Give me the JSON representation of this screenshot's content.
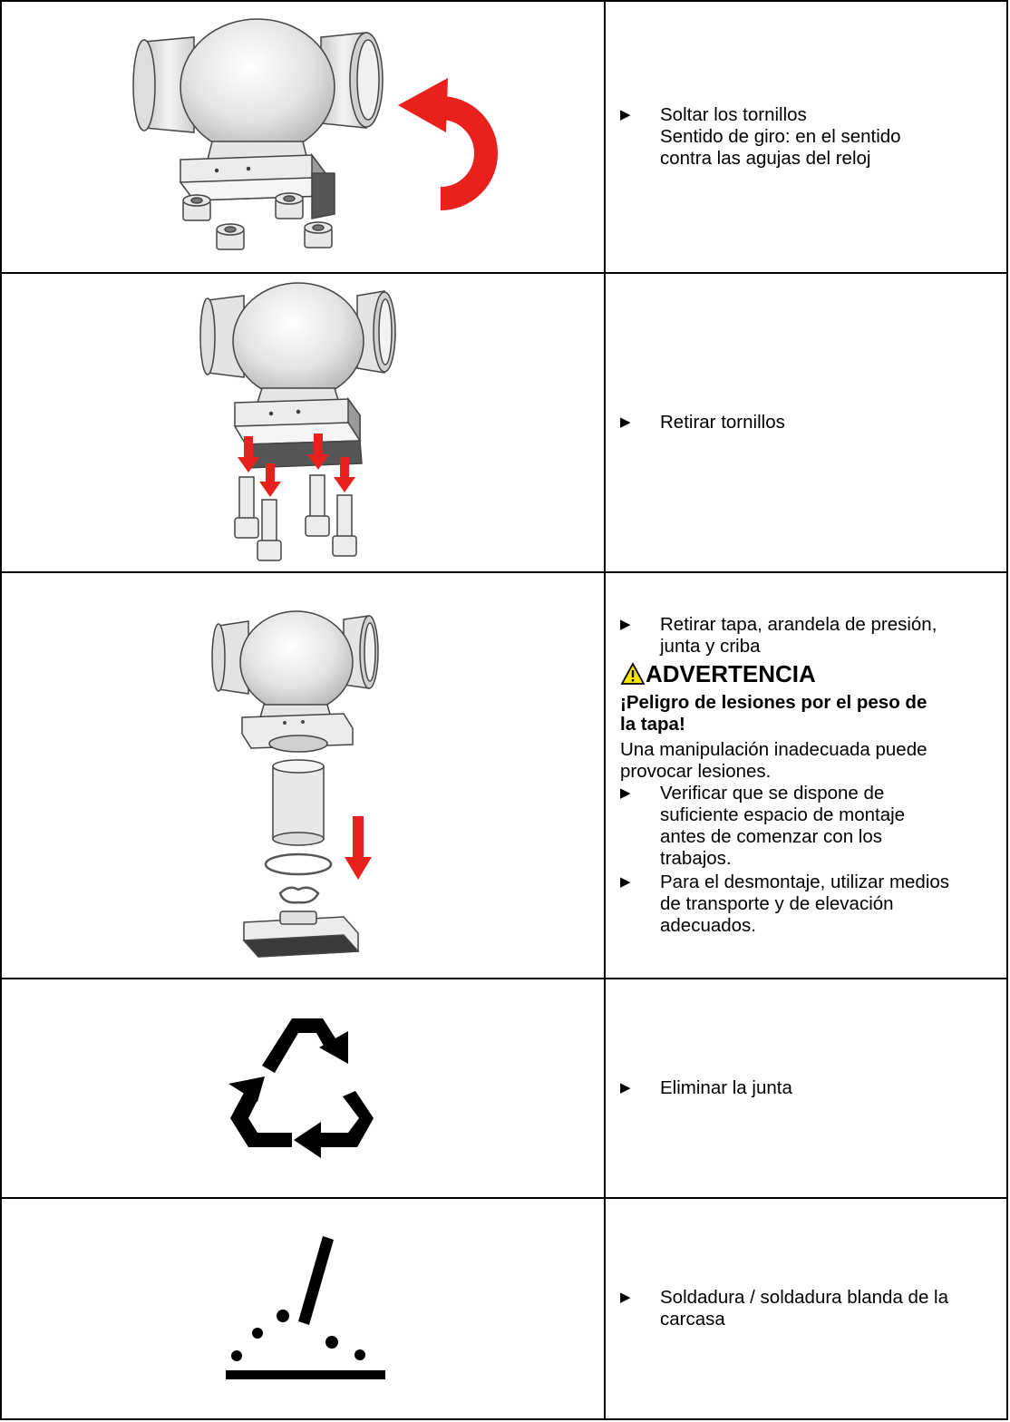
{
  "steps": [
    {
      "bullets": [
        {
          "lines": [
            "Soltar los tornillos",
            "Sentido de giro: en el sentido",
            "contra las agujas del reloj"
          ]
        }
      ],
      "icon": "valve-loosen-screws-counterclockwise"
    },
    {
      "bullets": [
        {
          "lines": [
            "Retirar tornillos"
          ]
        }
      ],
      "icon": "valve-remove-screws"
    },
    {
      "bullets": [
        {
          "lines": [
            "Retirar tapa, arandela de presión,",
            "junta y criba"
          ]
        }
      ],
      "warning": {
        "title": "ADVERTENCIA",
        "hazard_lines": [
          "¡Peligro de lesiones por el peso de",
          "la tapa!"
        ],
        "consequence_lines": [
          "Una manipulación inadecuada puede",
          "provocar lesiones."
        ],
        "actions": [
          {
            "lines": [
              "Verificar que se dispone de",
              "suficiente espacio de montaje",
              "antes de comenzar con los",
              "trabajos."
            ]
          },
          {
            "lines": [
              "Para el desmontaje, utilizar medios",
              "de transporte y de elevación",
              "adecuados."
            ]
          }
        ],
        "icon": "warning-triangle-icon",
        "color": "#f5e400"
      },
      "icon": "valve-exploded-cover-gasket-strainer"
    },
    {
      "bullets": [
        {
          "lines": [
            "Eliminar la junta"
          ]
        }
      ],
      "icon": "recycle-icon"
    },
    {
      "bullets": [
        {
          "lines": [
            "Soldadura / soldadura blanda de la",
            "carcasa"
          ]
        }
      ],
      "icon": "welding-icon"
    }
  ],
  "bullet_glyph": "▶",
  "accent_color": "#e8211c"
}
